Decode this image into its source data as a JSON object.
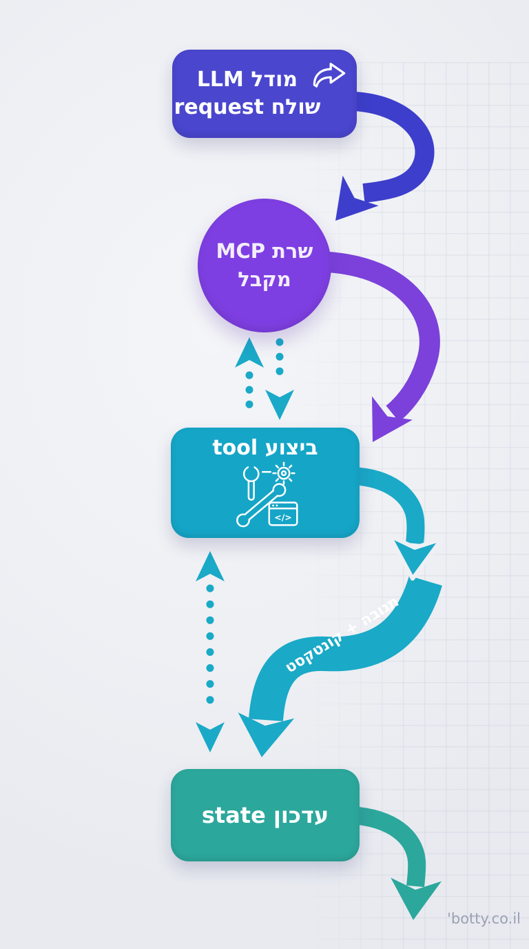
{
  "diagram": {
    "nodes": {
      "llm": {
        "line1": "מודל LLM",
        "line2": "שולח request"
      },
      "mcp": {
        "line1": "שרת MCP",
        "line2": "מקבל"
      },
      "tool": {
        "label": "ביצוע tool",
        "icon_code_tag": "</>"
      },
      "state": {
        "label": "עדכון state"
      }
    },
    "edges": {
      "ribbon_label": "תגובה + קונטקסט"
    },
    "watermark": "'botty.co.il",
    "colors": {
      "llm_box": "#4a46ce",
      "llm_arrow": "#3d3ecb",
      "mcp_circle": "#7e3fe2",
      "mcp_arrow": "#7b41da",
      "tool_box": "#15a5c7",
      "cyan_arrow": "#1aa9c7",
      "state_box": "#2ca79c",
      "state_arrow": "#2ca79c",
      "background": "#eef0f4",
      "watermark_color": "#9ba1b2"
    }
  }
}
